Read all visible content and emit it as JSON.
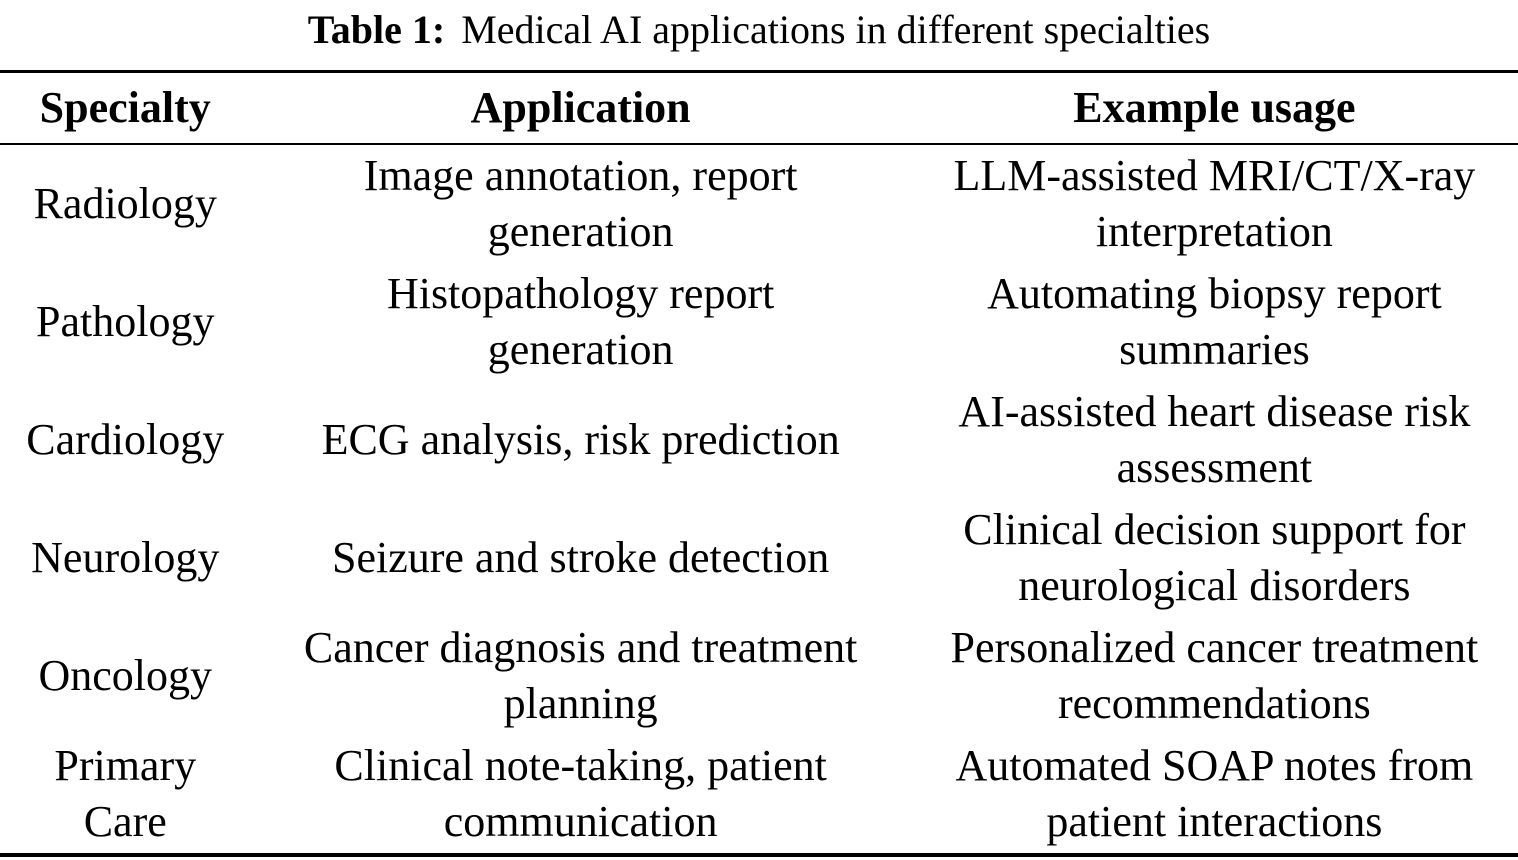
{
  "title": {
    "label": "Table 1:",
    "text": "Medical AI applications in different specialties"
  },
  "table": {
    "columns": [
      "Specialty",
      "Application",
      "Example usage"
    ],
    "rows": [
      {
        "specialty": "Radiology",
        "application": "Image annotation, report\ngeneration",
        "example": "LLM-assisted MRI/CT/X-ray\ninterpretation"
      },
      {
        "specialty": "Pathology",
        "application": "Histopathology report\ngeneration",
        "example": "Automating biopsy report\nsummaries"
      },
      {
        "specialty": "Cardiology",
        "application": "ECG analysis, risk prediction",
        "example": "AI-assisted heart disease risk\nassessment"
      },
      {
        "specialty": "Neurology",
        "application": "Seizure and stroke detection",
        "example": "Clinical decision support for\nneurological disorders"
      },
      {
        "specialty": "Oncology",
        "application": "Cancer diagnosis and treatment\nplanning",
        "example": "Personalized cancer treatment\nrecommendations"
      },
      {
        "specialty": "Primary\nCare",
        "application": "Clinical note-taking, patient\ncommunication",
        "example": "Automated SOAP notes from\npatient interactions"
      }
    ]
  },
  "colors": {
    "text": "#000000",
    "background": "#ffffff",
    "rule": "#000000"
  }
}
